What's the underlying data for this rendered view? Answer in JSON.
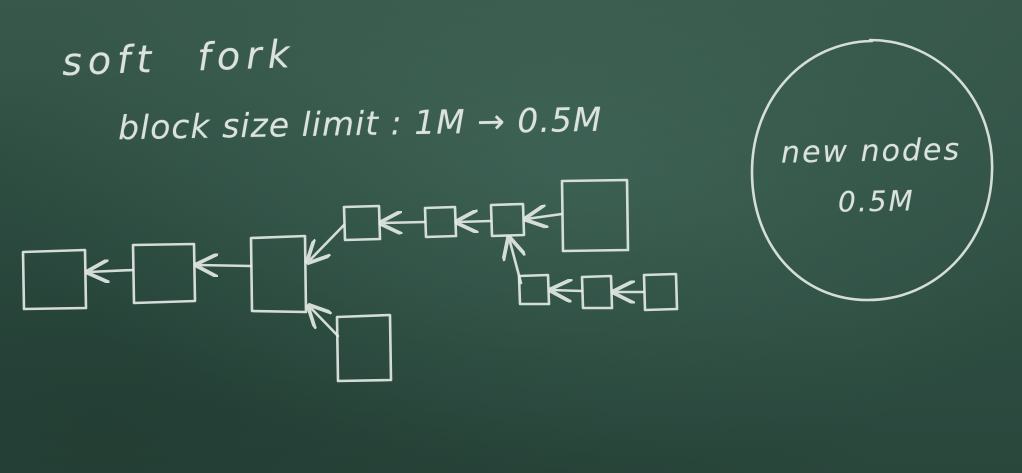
{
  "board": {
    "title": "soft fork",
    "subtitle": "block size limit : 1M → 0.5M"
  },
  "new_nodes": {
    "line1": "new nodes",
    "line2": "0.5M"
  },
  "colors": {
    "chalkboard": "#2e4c40",
    "chalk": "#e6ede7"
  }
}
